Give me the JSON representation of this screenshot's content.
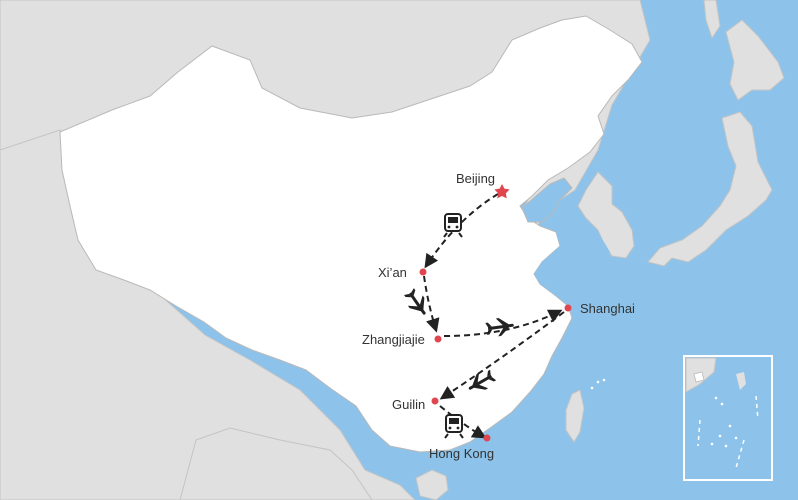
{
  "map": {
    "colors": {
      "sea": "#8dc3ea",
      "china": "#ffffff",
      "neighbors": "#e0e0e0",
      "border": "#b9b9b9",
      "route": "#222222",
      "city": "#e04650",
      "label": "#333333"
    },
    "cities": [
      {
        "id": "beijing",
        "label": "Beijing",
        "marker": "star"
      },
      {
        "id": "xian",
        "label": "Xi’an",
        "marker": "dot"
      },
      {
        "id": "zhangjiajie",
        "label": "Zhangjiajie",
        "marker": "dot"
      },
      {
        "id": "shanghai",
        "label": "Shanghai",
        "marker": "dot"
      },
      {
        "id": "guilin",
        "label": "Guilin",
        "marker": "dot"
      },
      {
        "id": "hongkong",
        "label": "Hong Kong",
        "marker": "dot"
      }
    ],
    "routes": [
      {
        "from": "Beijing",
        "to": "Xi’an",
        "mode": "train"
      },
      {
        "from": "Xi’an",
        "to": "Zhangjiajie",
        "mode": "flight"
      },
      {
        "from": "Zhangjiajie",
        "to": "Shanghai",
        "mode": "flight"
      },
      {
        "from": "Shanghai",
        "to": "Guilin",
        "mode": "flight"
      },
      {
        "from": "Guilin",
        "to": "Hong Kong",
        "mode": "train"
      }
    ],
    "inset": {
      "name": "south-china-sea-inset"
    }
  }
}
